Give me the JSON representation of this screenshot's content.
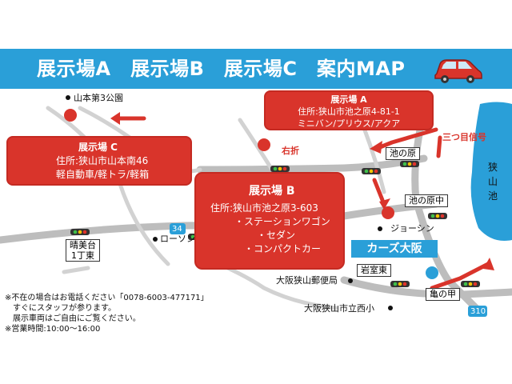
{
  "header": {
    "title": "展示場A　展示場B　展示場C　案内MAP",
    "bg_color": "#2a9fd8"
  },
  "venues": {
    "a": {
      "name": "展示場 A",
      "address": "住所:狭山市池之原4-81-1",
      "types": "ミニバン/プリウス/アクア"
    },
    "b": {
      "name": "展示場 B",
      "address": "住所:狭山市池之原3-603",
      "types": [
        "・ステーションワゴン",
        "・セダン",
        "・コンパクトカー"
      ]
    },
    "c": {
      "name": "展示場 C",
      "address": "住所:狭山市山本南46",
      "types": "軽自動車/軽トラ/軽箱"
    }
  },
  "places": {
    "yamamoto_park": "山本第3公園",
    "lawson": "ローソン",
    "joshin": "ジョーシン",
    "post_office": "大阪狭山郵便局",
    "school": "大阪狭山市立西小",
    "lake": "狭山池"
  },
  "intersections": {
    "ikenohara": "池の原",
    "ikenohara_naka": "池の原中",
    "harumidai": "晴美台\n1丁東",
    "iwamuro": "岩室東",
    "kamenoko": "亀の甲"
  },
  "labels": {
    "turn_right": "右折",
    "third_signal": "三つ目信号",
    "cars_osaka": "カーズ大阪",
    "route_34": "34",
    "route_310": "310"
  },
  "notes": [
    "※不在の場合はお電話ください「0078-6003-477171」",
    "　すぐにスタッフが参ります。",
    "　展示車両はご自由にご覧ください。",
    "※営業時間:10:00～16:00"
  ],
  "colors": {
    "accent": "#d9342b",
    "blue": "#2a9fd8",
    "road": "#bdbdbd",
    "lake": "#2a9fd8"
  },
  "icons": [
    "car-icon",
    "traffic-light-icon",
    "arrow-icon",
    "location-pin-icon"
  ]
}
